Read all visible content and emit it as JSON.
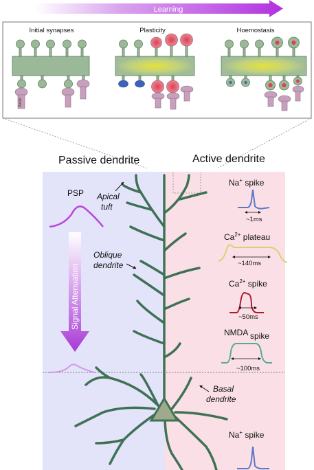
{
  "learning_label": "Learning",
  "panels": {
    "initial": "Initial synapses",
    "plasticity": "Plasticity",
    "homeostasis": "Hoemostasis",
    "axon": "Axon"
  },
  "sides": {
    "passive": "Passive dendrite",
    "active": "Active dendrite"
  },
  "passive": {
    "psp_top": "PSP",
    "attenuation": "Signal Attenuation"
  },
  "anatomy": {
    "apical_1": "Apical",
    "apical_2": "tuft",
    "oblique_1": "Oblique",
    "oblique_2": "dendrite",
    "basal_1": "Basal",
    "basal_2": "dendrite"
  },
  "spikes": [
    {
      "pre": "Na",
      "sup": "+",
      "post": " spike",
      "duration": "~1ms",
      "color": "#5b78c4"
    },
    {
      "pre": "Ca",
      "sup": "2+",
      "post": " plateau",
      "duration": "~140ms",
      "color": "#d6d274"
    },
    {
      "pre": "Ca",
      "sup": "2+",
      "post": " spike",
      "duration": "~50ms",
      "color": "#b0182e"
    },
    {
      "pre": "NMDA",
      "sup": "",
      "post": " spike",
      "duration": "~100ms",
      "color": "#58a896"
    },
    {
      "pre": "Na",
      "sup": "+",
      "post": " spike",
      "duration": "",
      "color": "#5b78c4"
    }
  ],
  "colors": {
    "passive_bg": "#e3e4fa",
    "active_bg": "#fae0e6",
    "dendrite": "#3f7155",
    "psp": "#b847d8",
    "arrow": "#a93ad6",
    "spine": "#96b596",
    "spine_stroke": "#5a7c5a",
    "bouton": "#c7a0bd",
    "ltp": "#df6f7c",
    "ltd": "#3e63b9"
  }
}
